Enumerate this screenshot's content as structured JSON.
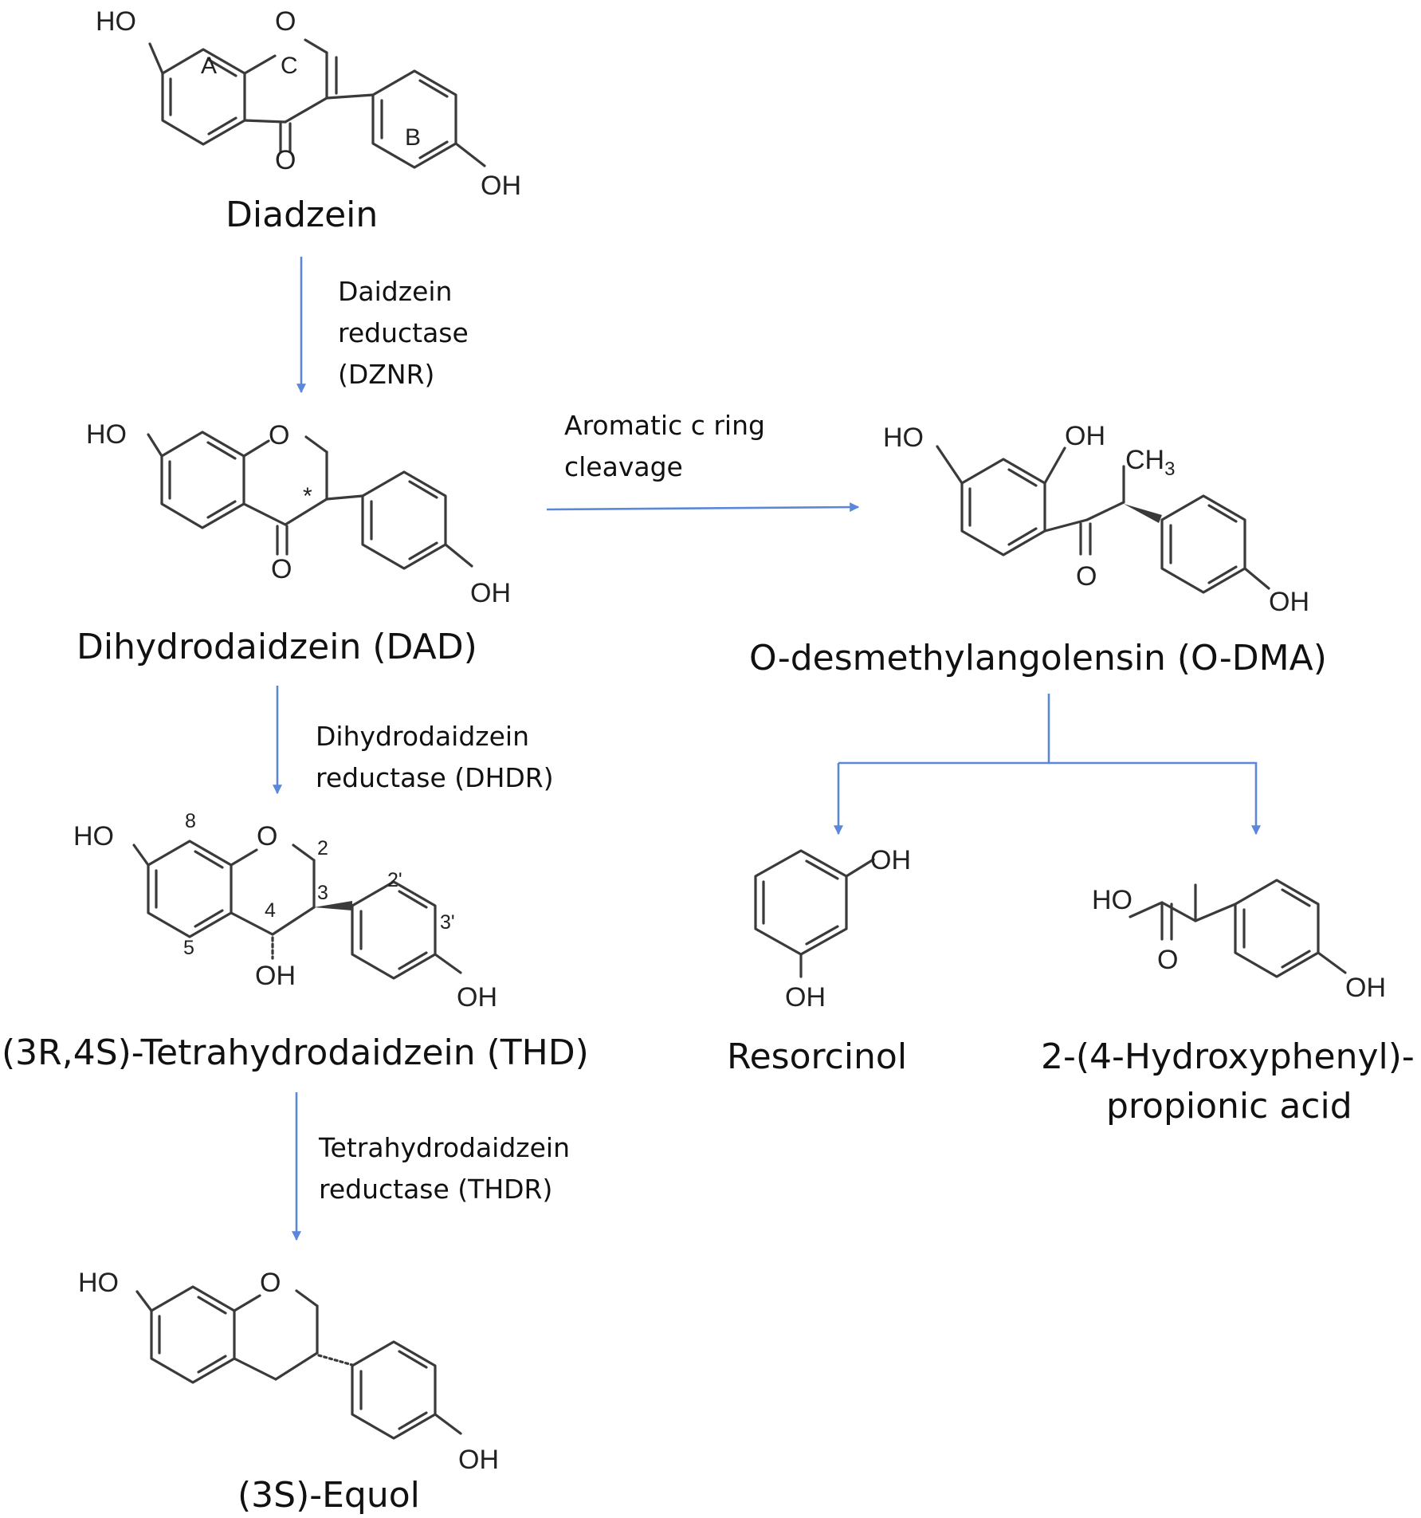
{
  "compounds": {
    "daidzein": {
      "name": "Diadzein",
      "atoms": {
        "ho": "HO",
        "o_ring": "O",
        "o_keto": "O",
        "oh": "OH"
      },
      "ring_labels": {
        "a": "A",
        "b": "B",
        "c": "C"
      }
    },
    "dad": {
      "name": "Dihydrodaidzein (DAD)",
      "atoms": {
        "ho": "HO",
        "o_ring": "O",
        "o_keto": "O",
        "oh": "OH",
        "stereo_mark": "*"
      }
    },
    "thd": {
      "name": "(3R,4S)-Tetrahydrodaidzein (THD)",
      "atoms": {
        "ho": "HO",
        "o_ring": "O",
        "oh_4": "OH",
        "oh": "OH"
      },
      "numbering": {
        "n8": "8",
        "n2": "2",
        "n3": "3",
        "n4": "4",
        "n5": "5",
        "n2p": "2'",
        "n3p": "3'"
      }
    },
    "equol": {
      "name": "(3S)-Equol",
      "atoms": {
        "ho": "HO",
        "o_ring": "O",
        "oh": "OH"
      }
    },
    "odma": {
      "name": "O-desmethylangolensin (O-DMA)",
      "atoms": {
        "ho": "HO",
        "oh_2": "OH",
        "ch3": "CH",
        "ch3_sub": "3",
        "o_keto": "O",
        "oh": "OH"
      }
    },
    "resorcinol": {
      "name": "Resorcinol",
      "atoms": {
        "oh_top": "OH",
        "oh_bottom": "OH"
      }
    },
    "hppa": {
      "name_line1": "2-(4-Hydroxyphenyl)-",
      "name_line2": "propionic acid",
      "atoms": {
        "ho": "HO",
        "o_keto": "O",
        "oh": "OH"
      }
    }
  },
  "reactions": {
    "dznr": {
      "line1": "Daidzein",
      "line2": "reductase",
      "line3": "(DZNR)"
    },
    "dhdr": {
      "line1": "Dihydrodaidzein",
      "line2": "reductase (DHDR)"
    },
    "thdr": {
      "line1": "Tetrahydrodaidzein",
      "line2": "reductase (THDR)"
    },
    "cleavage": {
      "line1": "Aromatic c ring",
      "line2": "cleavage"
    }
  },
  "colors": {
    "arrow": "#5b87d8",
    "bond": "#3a3a3a",
    "text": "#111111"
  }
}
